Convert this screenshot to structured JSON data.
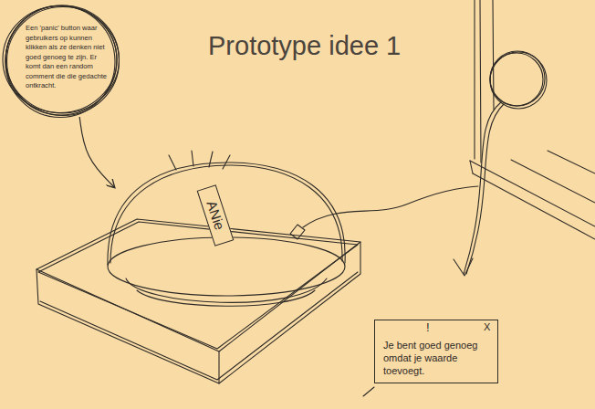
{
  "diagram": {
    "title": "Prototype idee 1",
    "nodes": [
      {
        "text": [
          "Een 'panic' button waar gebruikers op kunnen klikken als ze denken niet goed genoeg te zijn. Er komt dan een random comment die die gedachte ontkracht."
        ]
      },
      {
        "text": [
          "ANie"
        ]
      },
      {
        "text": [
          "!",
          "X",
          "Je bent goed genoeg omdat je waarde toevoegt."
        ]
      }
    ],
    "edges": [
      {
        "from": 0,
        "to": 1,
        "arrow": "to"
      }
    ]
  }
}
